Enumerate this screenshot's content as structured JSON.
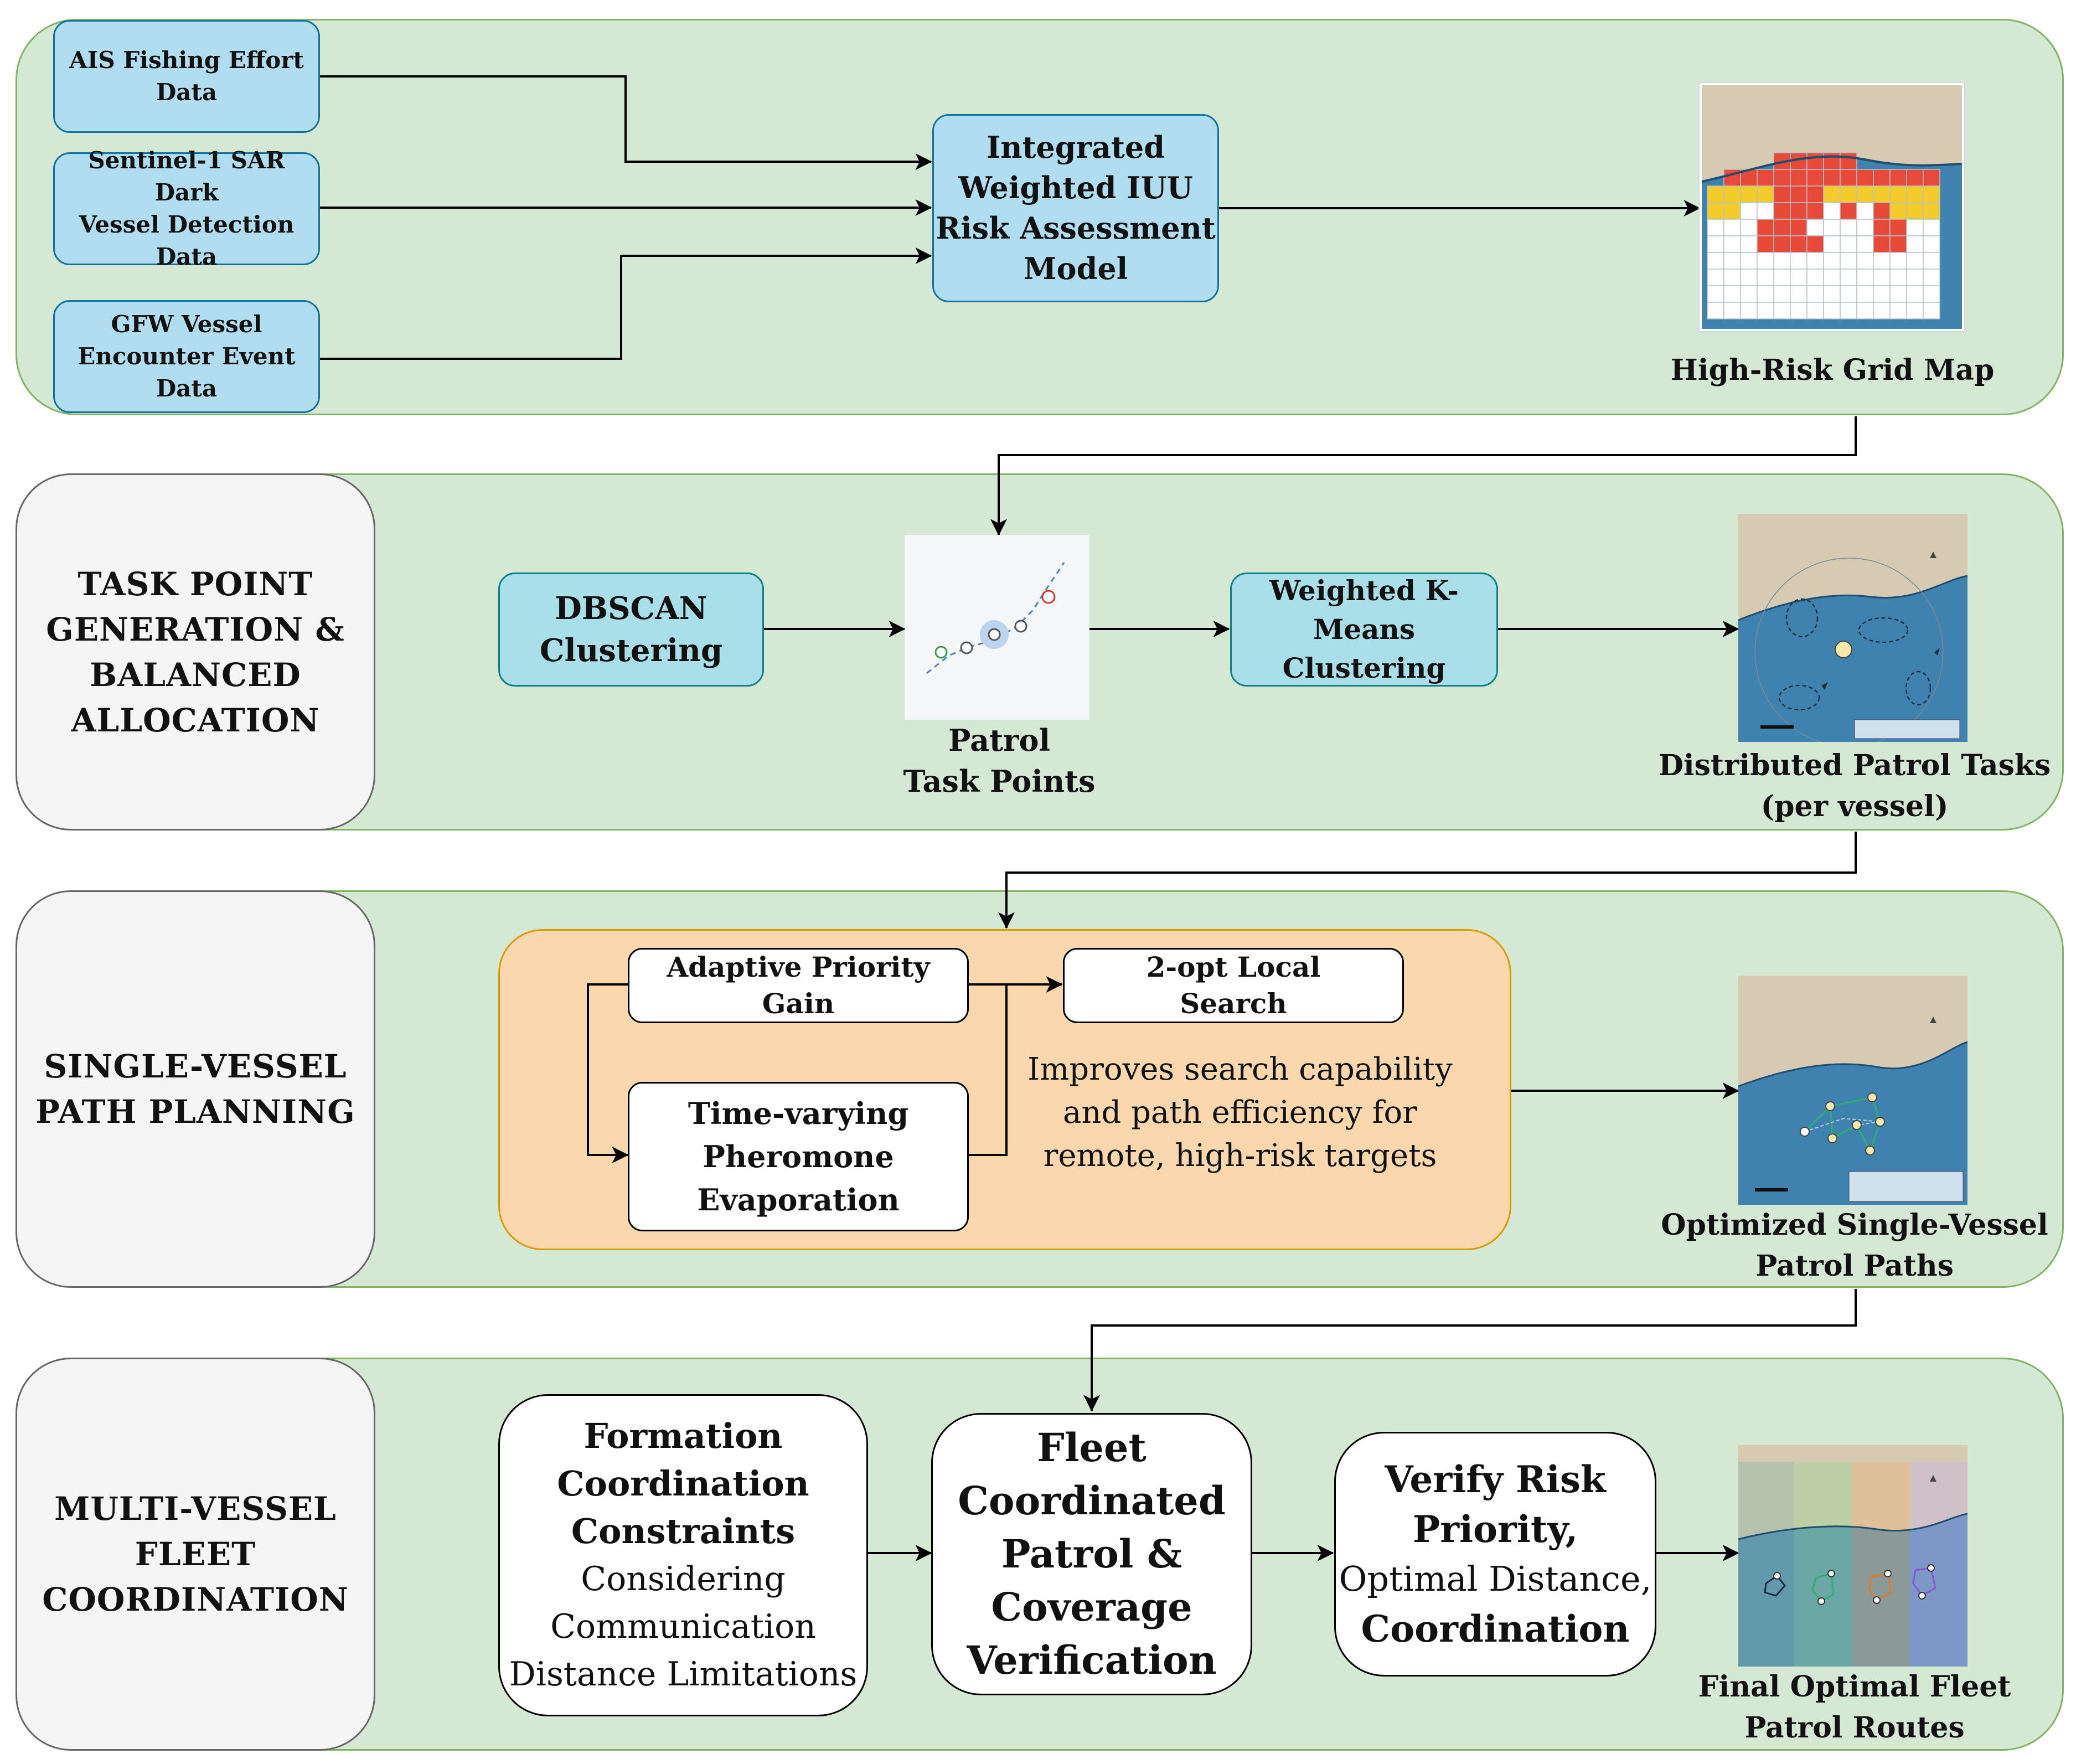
{
  "colors": {
    "panel_fill": "#d5e8d4",
    "panel_stroke": "#82b366",
    "input_fill": "#b1ddf0",
    "process_fill": "#a9dfe8",
    "orange_fill": "#fad7ac",
    "orange_stroke": "#d79b00",
    "risk_red": "#e84a3a",
    "risk_yellow": "#f3cc2c",
    "sea_blue": "#3f82b0",
    "land_tan": "#d6cbb2"
  },
  "row1": {
    "inputs": {
      "ais": "AIS Fishing Effort\nData",
      "sar": "Sentinel-1 SAR Dark\nVessel Detection Data",
      "gfw": "GFW Vessel\nEncounter Event Data"
    },
    "model": "Integrated\nWeighted IUU\nRisk Assessment\nModel",
    "output_caption": "High-Risk Grid Map"
  },
  "row2": {
    "label": "TASK POINT\nGENERATION &\nBALANCED\nALLOCATION",
    "dbscan": "DBSCAN\nClustering",
    "task_points_caption": "Patrol\nTask Points",
    "kmeans": "Weighted K-Means\nClustering",
    "output_caption": "Distributed Patrol Tasks\n(per vessel)"
  },
  "row3": {
    "label": "SINGLE-VESSEL\nPATH PLANNING",
    "priority_gain": "Adaptive Priority Gain",
    "pheromone": "Time-varying\nPheromone\nEvaporation",
    "two_opt": "2-opt Local\nSearch",
    "description": "Improves search capability\nand path efficiency for\nremote, high-risk targets",
    "output_caption": "Optimized Single-Vessel\nPatrol Paths"
  },
  "row4": {
    "label": "MULTI-VESSEL\nFLEET\nCOORDINATION",
    "formation_title": "Formation\nCoordination\nConstraints",
    "formation_sub": "Considering\nCommunication\nDistance Limitations",
    "fleet": "Fleet\nCoordinated\nPatrol &\nCoverage\nVerification",
    "verify_a": "Verify Risk\nPriority,",
    "verify_b": "Optimal Distance,",
    "verify_c": "Coordination",
    "output_caption": "Final Optimal Fleet\nPatrol Routes"
  }
}
